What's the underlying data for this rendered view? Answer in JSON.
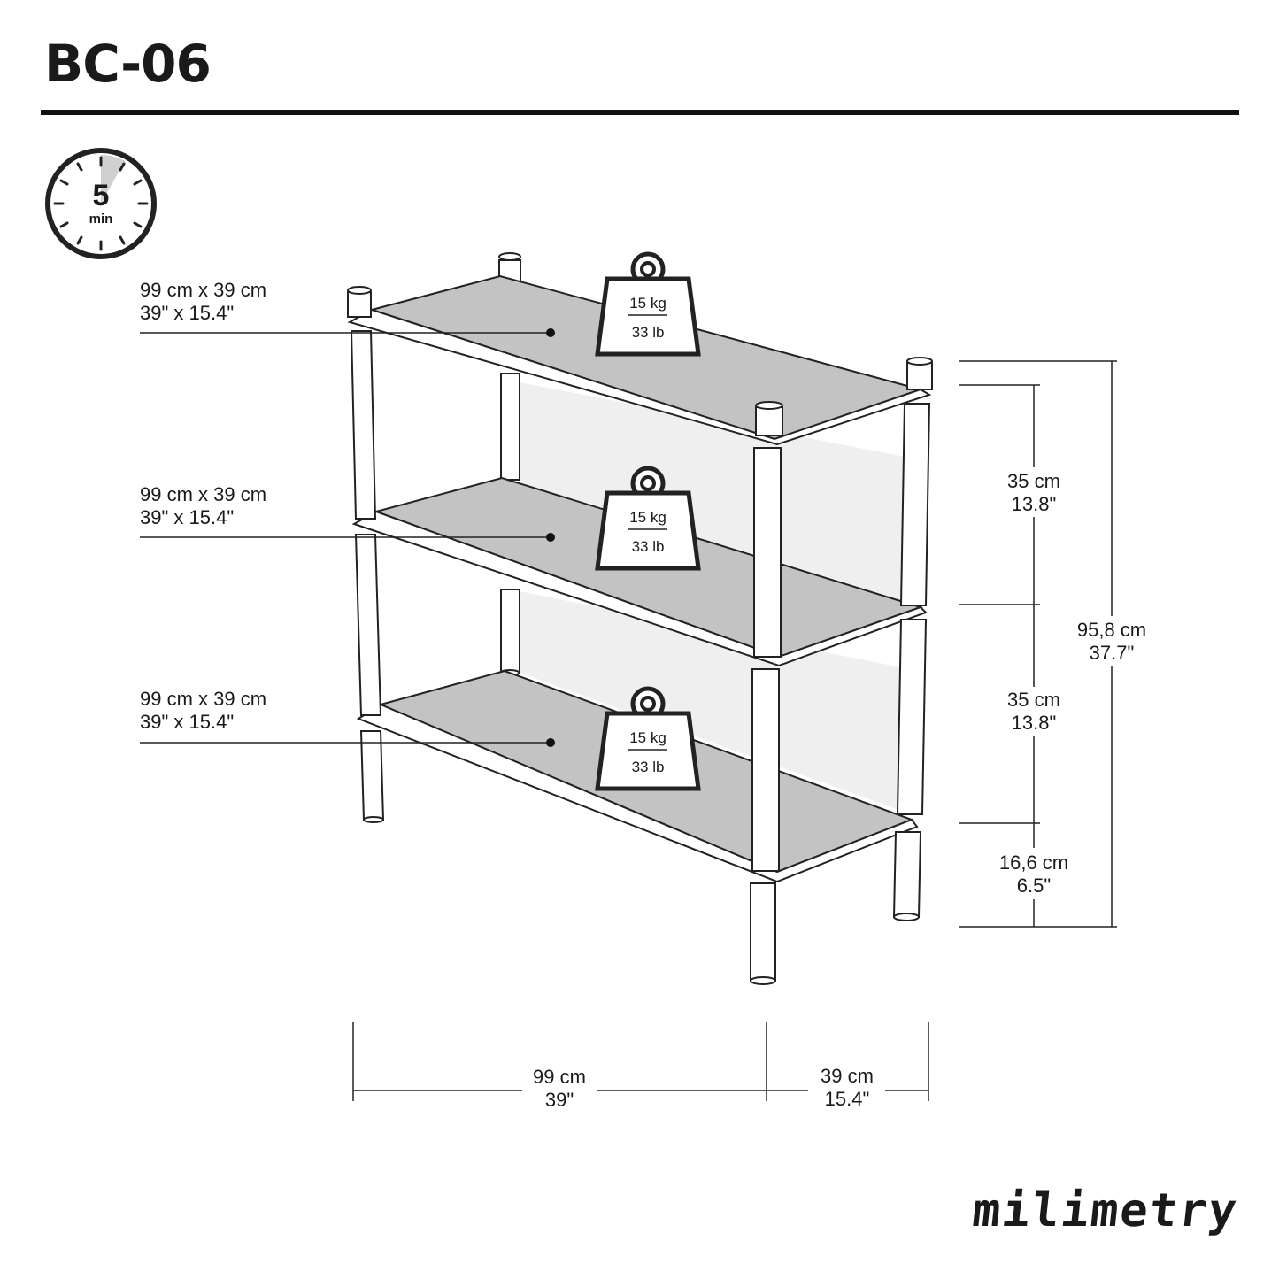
{
  "header": {
    "title": "BC-06"
  },
  "timer": {
    "value": "5",
    "unit": "min"
  },
  "shelves": [
    {
      "metric": "99 cm x 39 cm",
      "imperial": "39\" x 15.4\"",
      "load_metric": "15 kg",
      "load_imperial": "33 lb"
    },
    {
      "metric": "99 cm x 39 cm",
      "imperial": "39\" x 15.4\"",
      "load_metric": "15 kg",
      "load_imperial": "33 lb"
    },
    {
      "metric": "99 cm x 39 cm",
      "imperial": "39\" x 15.4\"",
      "load_metric": "15 kg",
      "load_imperial": "33 lb"
    }
  ],
  "dimensions": {
    "gap_top": {
      "metric": "35 cm",
      "imperial": "13.8\""
    },
    "gap_middle": {
      "metric": "35 cm",
      "imperial": "13.8\""
    },
    "leg_height": {
      "metric": "16,6 cm",
      "imperial": "6.5\""
    },
    "total_height": {
      "metric": "95,8 cm",
      "imperial": "37.7\""
    },
    "width": {
      "metric": "99 cm",
      "imperial": "39\""
    },
    "depth": {
      "metric": "39 cm",
      "imperial": "15.4\""
    }
  },
  "brand": {
    "name": "milimetry"
  },
  "colors": {
    "line": "#1a1a1a",
    "shelf": "#c3c3c3",
    "back_panel": "#efefef",
    "post": "#ffffff"
  }
}
